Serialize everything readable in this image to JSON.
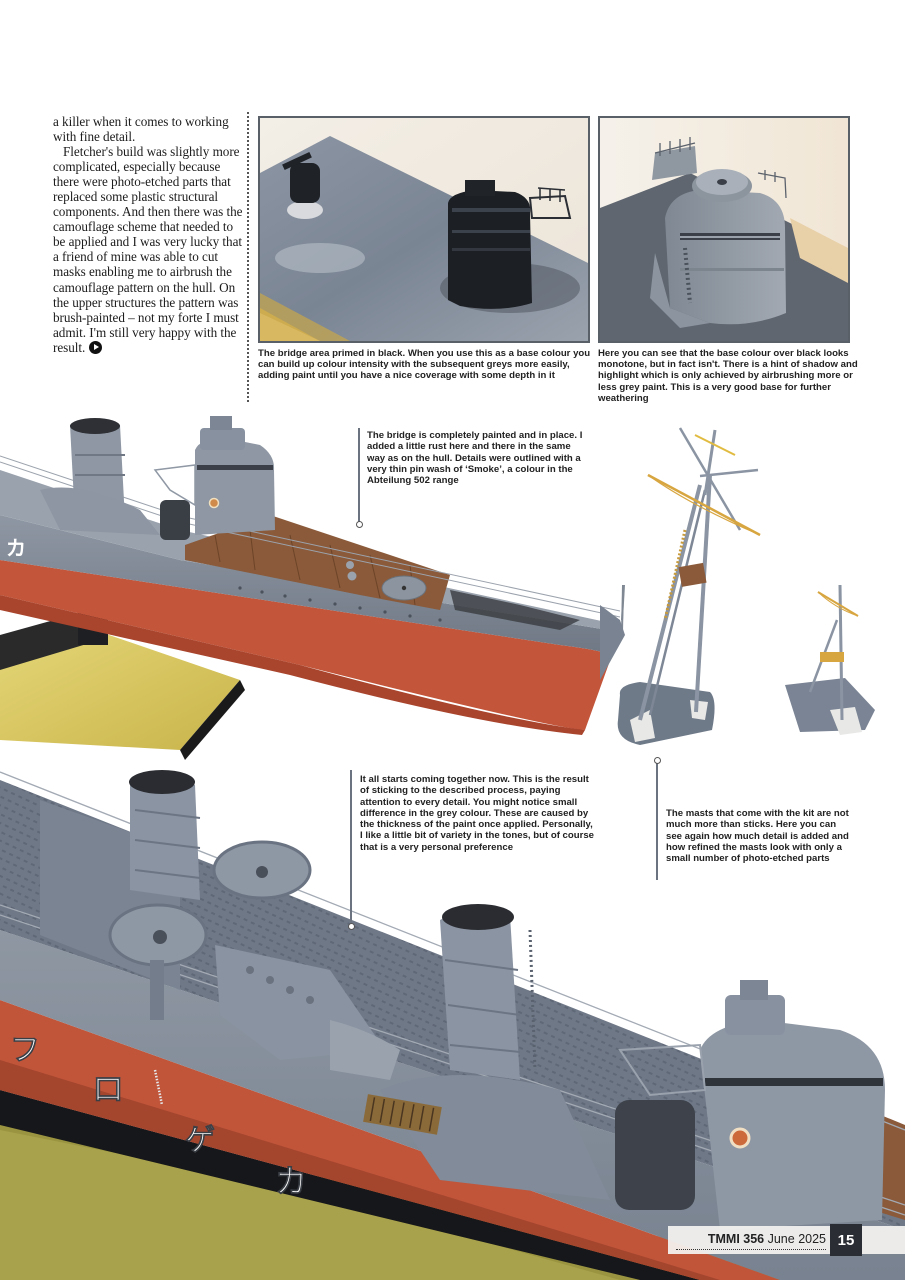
{
  "article": {
    "body_paragraphs": [
      "a killer when it comes to working with fine detail.",
      "Fletcher's build was slightly more complicated, especially because there were photo-etched parts that replaced some plastic structural components. And then there was the camouflage scheme that needed to be applied and I was very lucky that a friend of mine was able to cut masks enabling me to airbrush the camouflage pattern on the hull. On the upper structures the pattern was brush-painted – not my forte I must admit. I'm still very happy with the result."
    ],
    "end_mark_icon": "end-of-article-arrow-icon"
  },
  "photos": [
    {
      "id": "bridge-primed-black",
      "caption": "The bridge area primed in black. When you use this as a base colour you can build up colour intensity with the subsequent greys more easily, adding paint until you have a nice coverage with some depth in it"
    },
    {
      "id": "bridge-base-grey",
      "caption": "Here you can see that the base colour over black looks monotone, but in fact isn't. There is a hint of shadow and highlight which is only achieved by airbrushing more or less grey paint. This is a very good base for further weathering"
    },
    {
      "id": "bow-bridge-painted",
      "caption": "The bridge is completely painted and in place. I added a little rust here and there in the same way as on the hull. Details were outlined with a very thin pin wash of ‘Smoke’, a colour in the Abteilung 502 range"
    },
    {
      "id": "masts",
      "caption": "The masts that come with the kit are not much more than sticks. Here you can see again how much detail is added and how refined the masts look with only a small number of photo-etched parts"
    },
    {
      "id": "midship-overview",
      "caption": "It all starts coming together now. This is the result of sticking to the described process, paying attention to every detail. You might notice small difference in the grey colour. These are caused by the thickness of the paint once applied. Personally, I like a little bit of variety in the tones, but of course that is a very personal preference"
    }
  ],
  "hull_markings": [
    "フ",
    "ロ",
    "ゲ",
    "カ"
  ],
  "hull_marking_small": "カ",
  "folio": {
    "magazine": "TMMI 356",
    "date": "June 2025",
    "page_number": "15"
  },
  "colors": {
    "hull_grey": "#7e8794",
    "deck_linoleum": "#8a5a3a",
    "hull_red": "#c2553a",
    "stand_yellow": "#d9c75a",
    "brass": "#d8a640",
    "folio_dark": "#2a2d33"
  }
}
